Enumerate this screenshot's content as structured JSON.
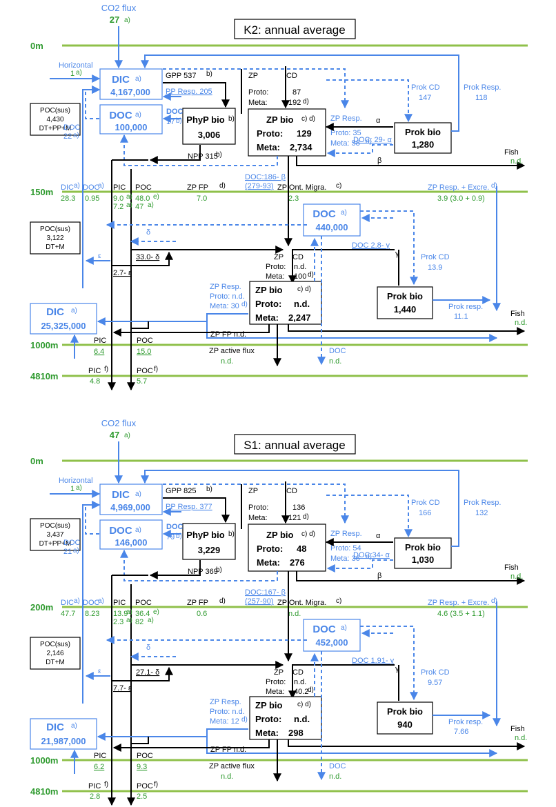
{
  "panels": [
    {
      "id": "k2",
      "title": "K2: annual average",
      "depths": {
        "surface": "0m",
        "mid": "150m",
        "deep": "1000m",
        "bottom": "4810m"
      },
      "co2_flux": {
        "label": "CO2 flux",
        "value": "27"
      },
      "horizontal": {
        "label": "Horizontal",
        "value": "1"
      },
      "dic_surface": {
        "label": "DIC",
        "value": "4,167,000"
      },
      "doc_surface": {
        "label": "DOC",
        "value": "100,000"
      },
      "gpp": "GPP 537",
      "pp_resp": "PP Resp. 205",
      "doc_release": {
        "label": "DOC",
        "value": "17"
      },
      "phyp": {
        "label": "PhyP bio",
        "value": "3,006"
      },
      "npp": "NPP 315",
      "poc_sus_top": {
        "label": "POC(sus)",
        "value": "4,430",
        "note": "DT+PP+M"
      },
      "doc_left": {
        "label": "DOC",
        "value": "22"
      },
      "zp_top": {
        "zp": "ZP",
        "proto_label": "Proto:",
        "proto": "87",
        "meta_label": "Meta:",
        "meta": "192",
        "cd": "CD"
      },
      "zpbio_top": {
        "label": "ZP bio",
        "proto_label": "Proto:",
        "proto": "129",
        "meta_label": "Meta:",
        "meta": "2,734"
      },
      "zp_resp_top": {
        "label": "ZP Resp.",
        "proto": "Proto: 35",
        "meta": "Meta:  58"
      },
      "doc_alpha": "DOC: 29- α",
      "alpha": "α",
      "beta": "β",
      "prok_cd_top": {
        "label": "Prok CD",
        "value": "147"
      },
      "prok_resp_top": {
        "label": "Prok Resp.",
        "value": "118"
      },
      "prok_top": {
        "label": "Prok bio",
        "value": "1,280"
      },
      "fish_top": {
        "label": "Fish",
        "value": "n.d."
      },
      "doc_beta": {
        "line1": "DOC:186- β",
        "line2": "(279-93)"
      },
      "mid_fluxes": {
        "dic": {
          "label": "DIC",
          "value": "28.3"
        },
        "doc": {
          "label": "DOC",
          "value": "0.95"
        },
        "pic": {
          "label": "PIC",
          "v1": "9.0",
          "v2": "7.2"
        },
        "poc": {
          "label": "POC",
          "v1": "48.0",
          "v2": "47"
        },
        "zp_fp": {
          "label": "ZP FP",
          "value": "7.0"
        },
        "zp_ont": {
          "label": "ZP Ont. Migra.",
          "value": "2.3"
        },
        "zp_resp_excr": {
          "label": "ZP Resp. + Excre.",
          "value": "3.9 (3.0 + 0.9)"
        }
      },
      "poc_sus_mid": {
        "label": "POC(sus)",
        "value": "3,122",
        "note": "DT+M"
      },
      "doc_mid": {
        "label": "DOC",
        "value": "440,000"
      },
      "doc_gamma": "DOC 2.8- γ",
      "delta": "δ",
      "eps": "ε",
      "eps_flux": "2.7- ε",
      "delta_flux": "33.0- δ",
      "gamma": "γ",
      "zp_mid": {
        "zp": "ZP",
        "proto_label": "Proto:",
        "proto": "n.d.",
        "meta_label": "Meta:",
        "meta": "100",
        "cd": "CD"
      },
      "prok_cd_mid": {
        "label": "Prok CD",
        "value": "13.9"
      },
      "zp_resp_mid": {
        "label": "ZP Resp.",
        "proto": "Proto: n.d.",
        "meta": "Meta:  30"
      },
      "zpbio_mid": {
        "label": "ZP bio",
        "proto_label": "Proto:",
        "proto": "n.d.",
        "meta_label": "Meta:",
        "meta": "2,247"
      },
      "prok_mid": {
        "label": "Prok bio",
        "value": "1,440"
      },
      "prok_resp_mid": {
        "label": "Prok resp.",
        "value": "11.1"
      },
      "fish_mid": {
        "label": "Fish",
        "value": "n.d."
      },
      "dic_deep": {
        "label": "DIC",
        "value": "25,325,000"
      },
      "zp_fp_deep": "ZP FP n.d.",
      "deep_pic": {
        "label": "PIC",
        "value": "6.4"
      },
      "deep_poc": {
        "label": "POC",
        "value": "15.0"
      },
      "zp_active": {
        "label": "ZP active flux",
        "value": "n.d."
      },
      "doc_deep": {
        "label": "DOC",
        "value": "n.d."
      },
      "bottom_pic": {
        "label": "PIC",
        "value": "4.8"
      },
      "bottom_poc": {
        "label": "POC",
        "value": "5.7"
      }
    },
    {
      "id": "s1",
      "title": "S1: annual average",
      "depths": {
        "surface": "0m",
        "mid": "200m",
        "deep": "1000m",
        "bottom": "4810m"
      },
      "co2_flux": {
        "label": "CO2 flux",
        "value": "47"
      },
      "horizontal": {
        "label": "Horizontal",
        "value": "1"
      },
      "dic_surface": {
        "label": "DIC",
        "value": "4,969,000"
      },
      "doc_surface": {
        "label": "DOC",
        "value": "146,000"
      },
      "gpp": "GPP 825",
      "pp_resp": "PP Resp. 377",
      "doc_release": {
        "label": "DOC",
        "value": "79"
      },
      "phyp": {
        "label": "PhyP bio",
        "value": "3,229"
      },
      "npp": "NPP 369",
      "poc_sus_top": {
        "label": "POC(sus)",
        "value": "3,437",
        "note": "DT+PP+M"
      },
      "doc_left": {
        "label": "DOC",
        "value": "21"
      },
      "zp_top": {
        "zp": "ZP",
        "proto_label": "Proto:",
        "proto": "136",
        "meta_label": "Meta:",
        "meta": "121",
        "cd": "CD"
      },
      "zpbio_top": {
        "label": "ZP bio",
        "proto_label": "Proto:",
        "proto": "48",
        "meta_label": "Meta:",
        "meta": "276"
      },
      "zp_resp_top": {
        "label": "ZP Resp.",
        "proto": "Proto: 54",
        "meta": "Meta:  36"
      },
      "doc_alpha": "DOC:34- α",
      "alpha": "α",
      "beta": "β",
      "prok_cd_top": {
        "label": "Prok CD",
        "value": "166"
      },
      "prok_resp_top": {
        "label": "Prok Resp.",
        "value": "132"
      },
      "prok_top": {
        "label": "Prok bio",
        "value": "1,030"
      },
      "fish_top": {
        "label": "Fish",
        "value": "n.d."
      },
      "doc_beta": {
        "line1": "DOC:167- β",
        "line2": "(257-90)"
      },
      "mid_fluxes": {
        "dic": {
          "label": "DIC",
          "value": "47.7"
        },
        "doc": {
          "label": "DOC",
          "value": "8.23"
        },
        "pic": {
          "label": "PIC",
          "v1": "13.9",
          "v2": "2.3"
        },
        "poc": {
          "label": "POC",
          "v1": "36.4",
          "v2": "82"
        },
        "zp_fp": {
          "label": "ZP FP",
          "value": "0.6"
        },
        "zp_ont": {
          "label": "ZP Ont. Migra.",
          "value": "n.d."
        },
        "zp_resp_excr": {
          "label": "ZP Resp. + Excre.",
          "value": "4.6 (3.5 + 1.1)"
        }
      },
      "poc_sus_mid": {
        "label": "POC(sus)",
        "value": "2,146",
        "note": "DT+M"
      },
      "doc_mid": {
        "label": "DOC",
        "value": "452,000"
      },
      "doc_gamma": "DOC 1.91- γ",
      "delta": "δ",
      "eps": "ε",
      "eps_flux": "7.7- ε",
      "delta_flux": "27.1- δ",
      "gamma": "γ",
      "zp_mid": {
        "zp": "ZP",
        "proto_label": "Proto:",
        "proto": "n.d.",
        "meta_label": "Meta:",
        "meta": "40.2",
        "cd": "CD"
      },
      "prok_cd_mid": {
        "label": "Prok CD",
        "value": "9.57"
      },
      "zp_resp_mid": {
        "label": "ZP Resp.",
        "proto": "Proto: n.d.",
        "meta": "Meta:  12"
      },
      "zpbio_mid": {
        "label": "ZP bio",
        "proto_label": "Proto:",
        "proto": "n.d.",
        "meta_label": "Meta:",
        "meta": "298"
      },
      "prok_mid": {
        "label": "Prok bio",
        "value": "940"
      },
      "prok_resp_mid": {
        "label": "Prok resp.",
        "value": "7.66"
      },
      "fish_mid": {
        "label": "Fish",
        "value": "n.d."
      },
      "dic_deep": {
        "label": "DIC",
        "value": "21,987,000"
      },
      "zp_fp_deep": "ZP FP n.d.",
      "deep_pic": {
        "label": "PIC",
        "value": "6.2"
      },
      "deep_poc": {
        "label": "POC",
        "value": "9.3"
      },
      "zp_active": {
        "label": "ZP active flux",
        "value": "n.d."
      },
      "doc_deep": {
        "label": "DOC",
        "value": "n.d."
      },
      "bottom_pic": {
        "label": "PIC",
        "value": "2.8"
      },
      "bottom_poc": {
        "label": "POC",
        "value": "2.5"
      }
    }
  ],
  "colors": {
    "green": "#8fc04a",
    "blue": "#4a86e8",
    "black": "#000000",
    "text_green": "#2e9a2e"
  }
}
